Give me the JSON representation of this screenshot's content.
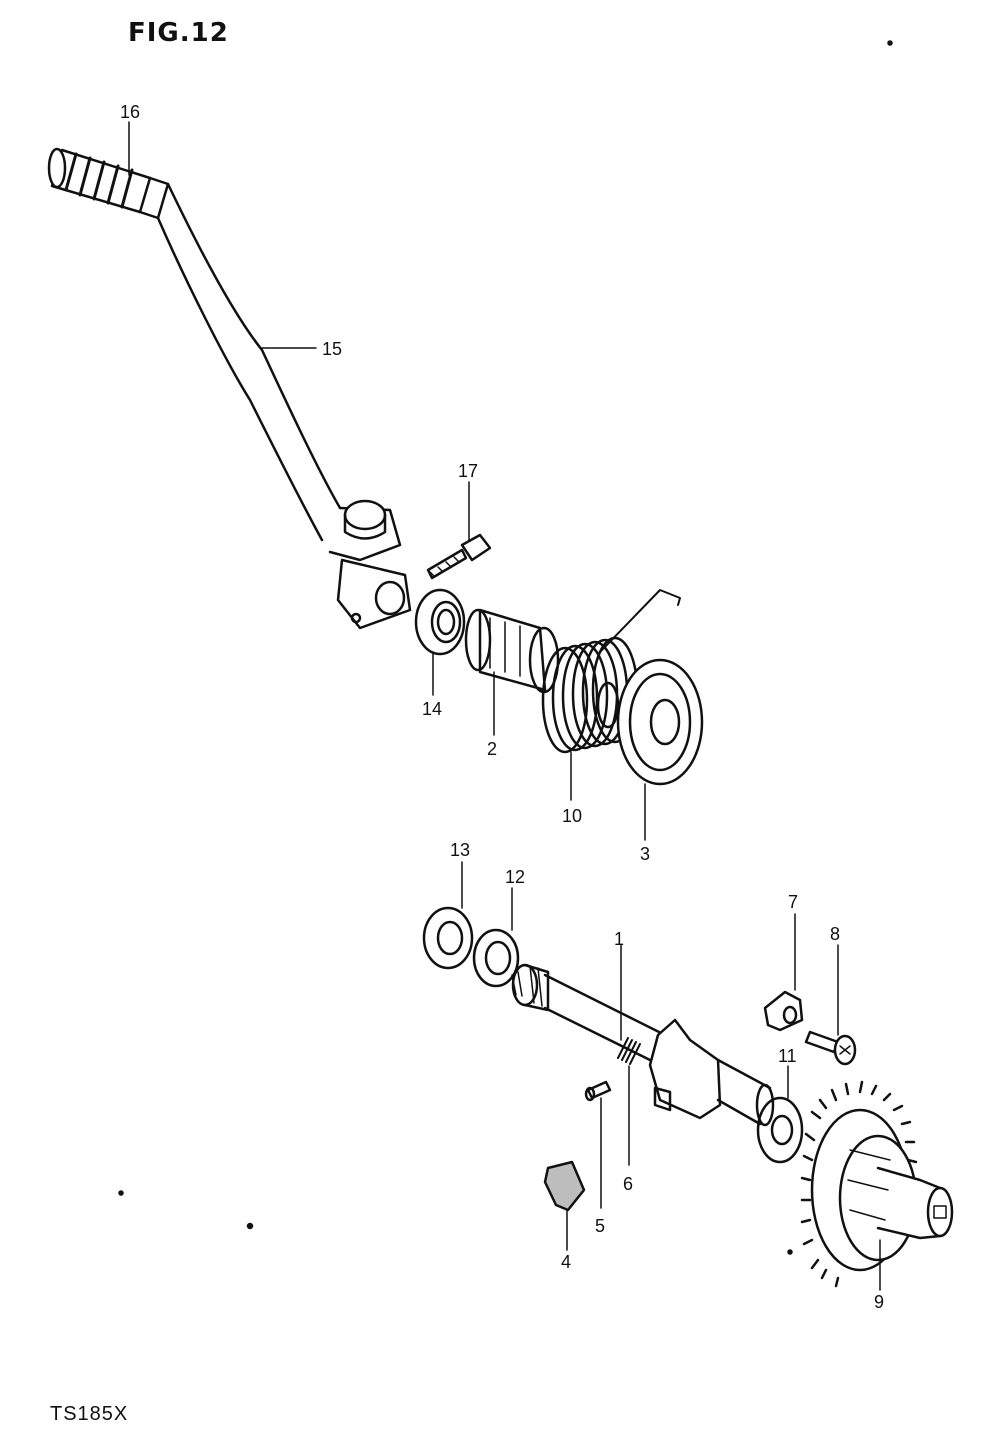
{
  "figure": {
    "title": "FIG.12",
    "model": "TS185X"
  },
  "callouts": {
    "c1": "1",
    "c2": "2",
    "c3": "3",
    "c4": "4",
    "c5": "5",
    "c6": "6",
    "c7": "7",
    "c8": "8",
    "c9": "9",
    "c10": "10",
    "c11": "11",
    "c12": "12",
    "c13": "13",
    "c14": "14",
    "c15": "15",
    "c16": "16",
    "c17": "17"
  },
  "colors": {
    "ink": "#111111",
    "paper": "#ffffff",
    "shade": "#bdbdbd"
  }
}
